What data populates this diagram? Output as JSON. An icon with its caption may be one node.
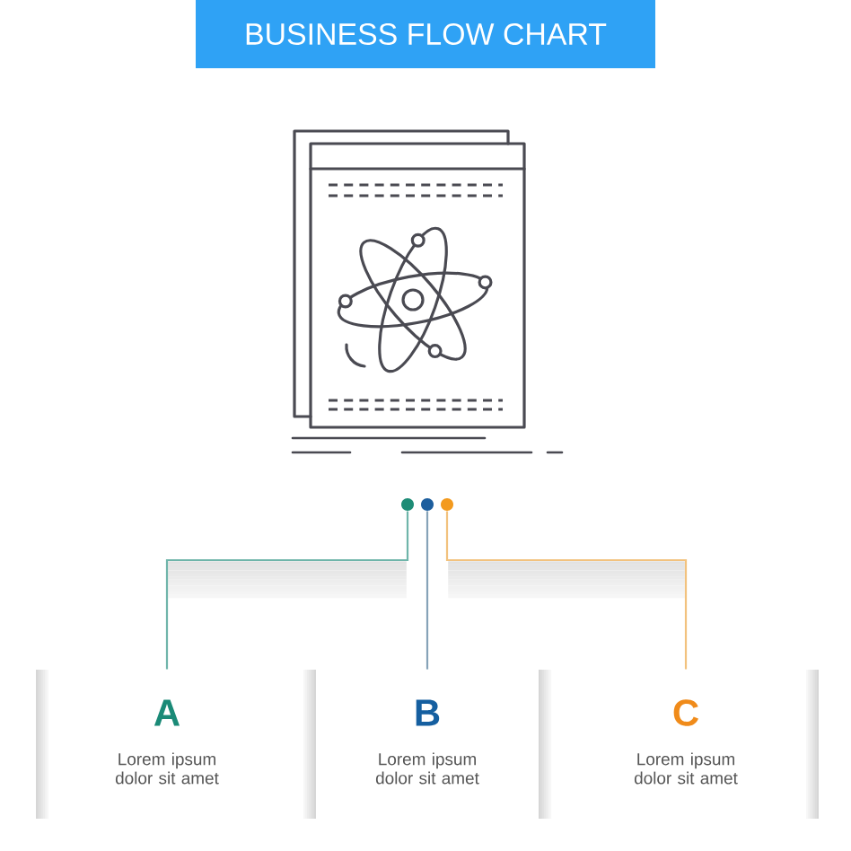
{
  "diagram": {
    "title": "BUSINESS FLOW CHART",
    "nodes": [
      {
        "text": [],
        "shape": "circle"
      },
      {
        "text": [],
        "shape": "circle"
      },
      {
        "text": [],
        "shape": "circle"
      },
      {
        "text": [
          "A",
          "Lorem ipsum dolor sit amet"
        ]
      },
      {
        "text": [
          "B",
          "Lorem ipsum dolor sit amet"
        ]
      },
      {
        "text": [
          "C",
          "Lorem ipsum dolor sit amet"
        ]
      }
    ],
    "edges": [
      {
        "from": 0,
        "to": 3,
        "arrow": "none",
        "color": "#6fb5aa"
      },
      {
        "from": 1,
        "to": 4,
        "arrow": "none",
        "color": "#86a3b8"
      },
      {
        "from": 2,
        "to": 5,
        "arrow": "none",
        "color": "#f2c27e"
      }
    ]
  }
}
